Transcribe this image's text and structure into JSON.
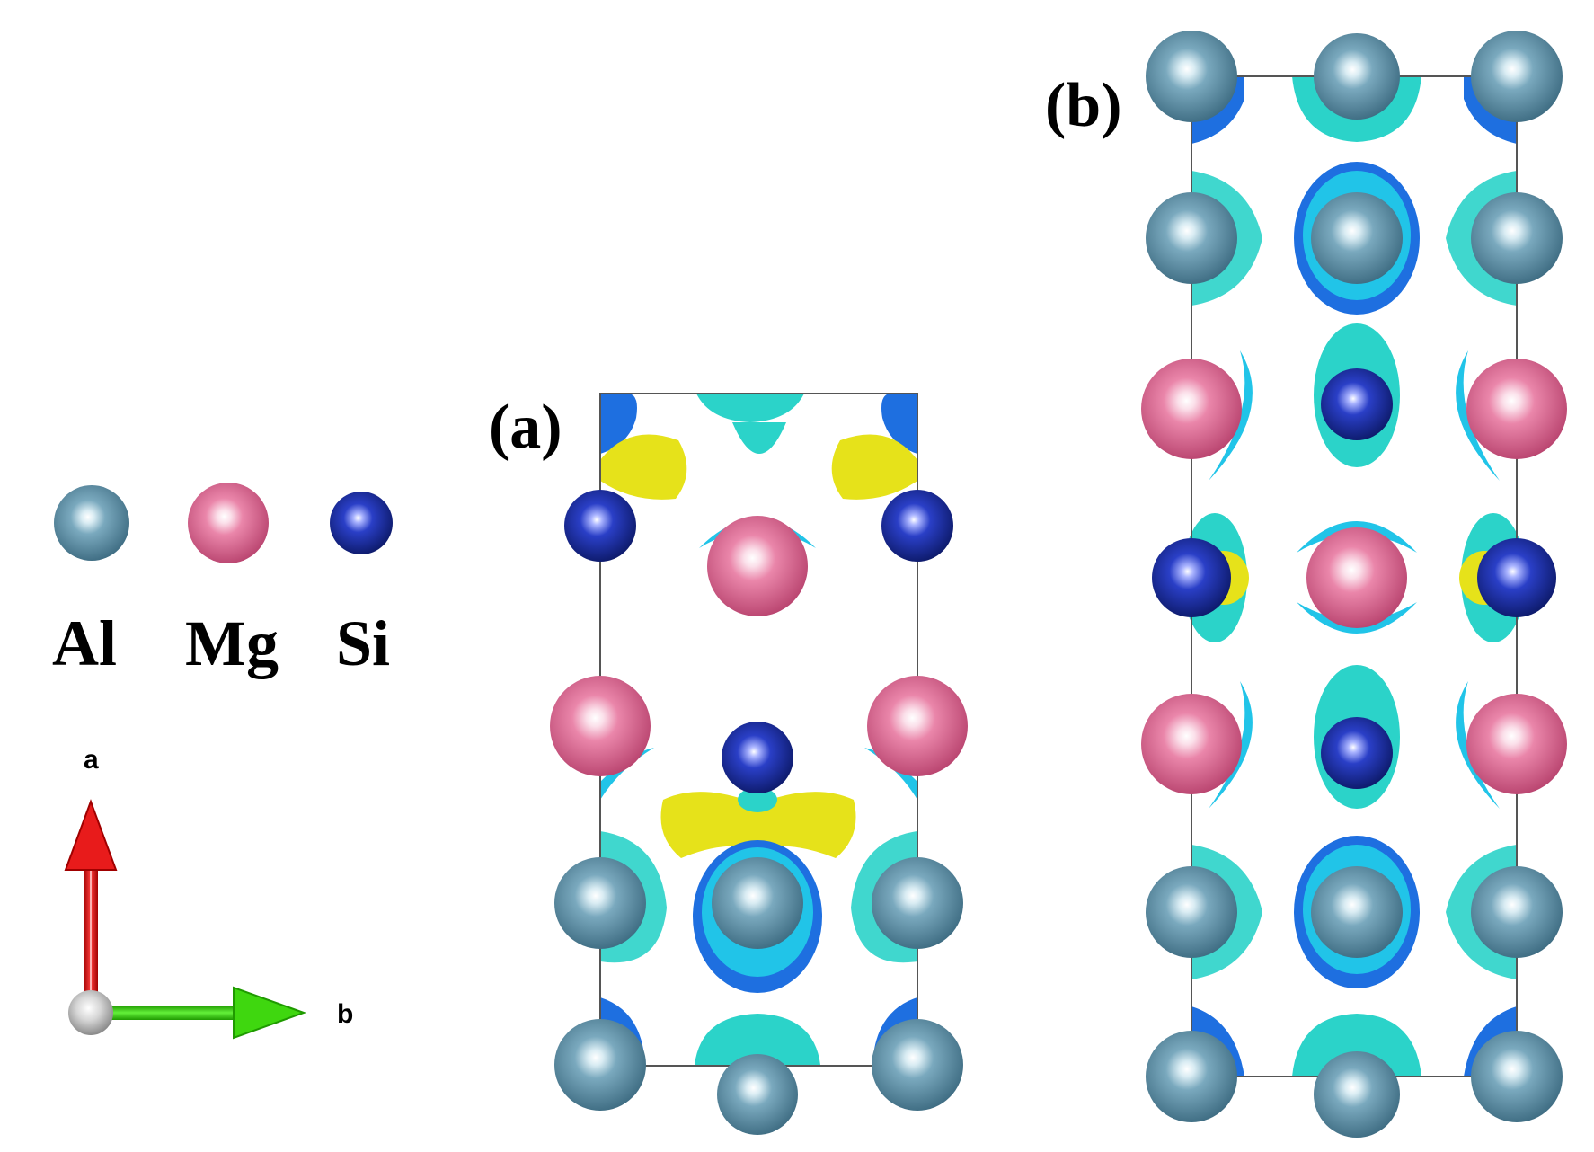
{
  "legend": {
    "items": [
      {
        "id": "al",
        "label": "Al",
        "color": "#5f8fa6"
      },
      {
        "id": "mg",
        "label": "Mg",
        "color": "#e0739a"
      },
      {
        "id": "si",
        "label": "Si",
        "color": "#1a2fa0"
      }
    ]
  },
  "axes": {
    "a_label": "a",
    "b_label": "b",
    "a_color": "#e00000",
    "b_color": "#2ec800",
    "origin_color": "#bdbdbd"
  },
  "panels": {
    "a": {
      "label": "(a)"
    },
    "b": {
      "label": "(b)"
    }
  },
  "isosurface_colors": {
    "depletion_dark": "#1e6fe0",
    "depletion_light": "#21c4e8",
    "accumulation_cyan": "#2bd3c9",
    "accumulation_yellow": "#e6e21a"
  }
}
